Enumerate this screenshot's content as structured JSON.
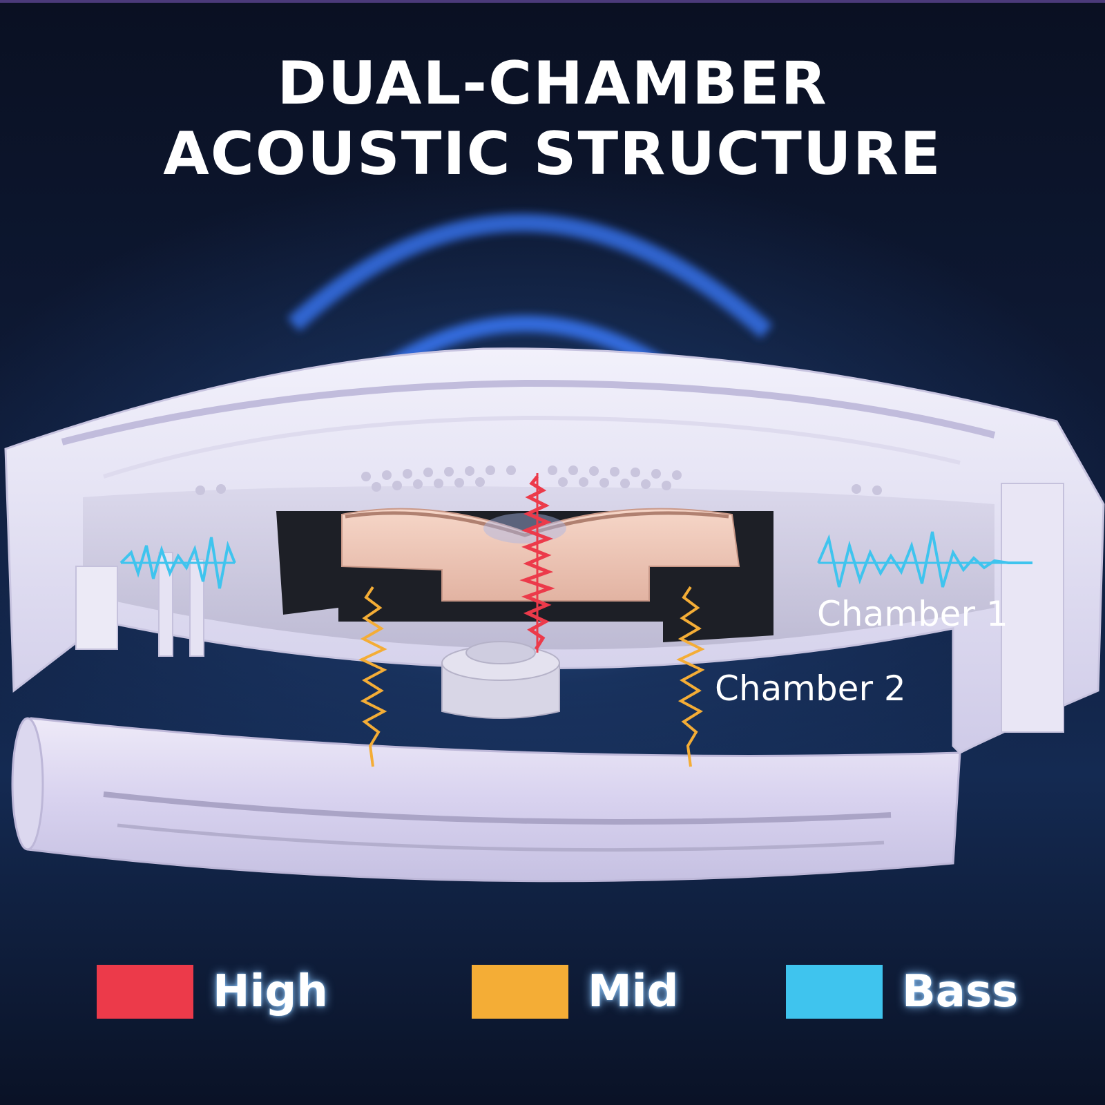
{
  "title": {
    "line1": "DUAL-CHAMBER",
    "line2": "ACOUSTIC STRUCTURE"
  },
  "labels": {
    "chamber1": "Chamber 1",
    "chamber2": "Chamber 2"
  },
  "legend": [
    {
      "label": "High",
      "color": "#ec3a4a"
    },
    {
      "label": "Mid",
      "color": "#f4ad36"
    },
    {
      "label": "Bass",
      "color": "#3fc4ee"
    }
  ],
  "colors": {
    "high": "#ec3a4a",
    "mid": "#f4ad36",
    "bass": "#3fc4ee",
    "shell": "#e4e2f4",
    "driver": "#f0c4b4",
    "soundwave": "#3b7bff"
  }
}
